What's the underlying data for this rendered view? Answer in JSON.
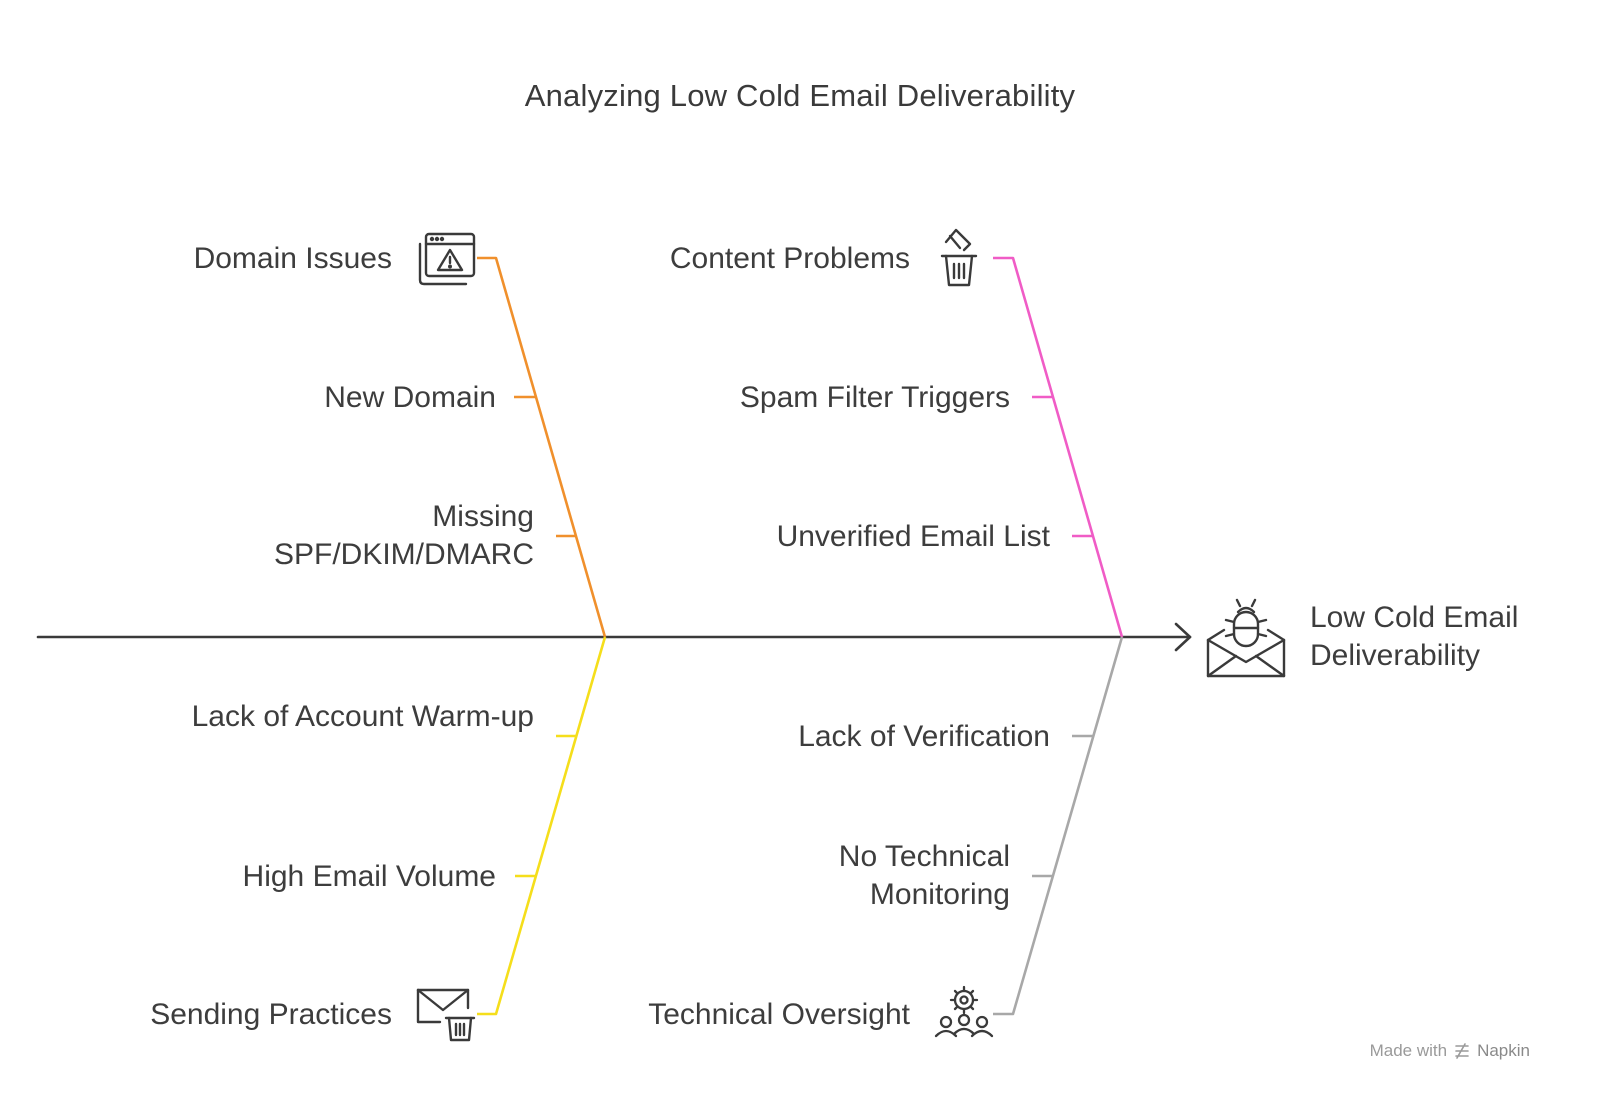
{
  "title": "Analyzing Low Cold Email Deliverability",
  "effect": {
    "label": "Low Cold Email Deliverability",
    "icon": "bug-envelope-icon"
  },
  "colors": {
    "spine": "#3a3a3a",
    "domain": "#f0902c",
    "content": "#f05cc6",
    "sending": "#f5de1b",
    "technical": "#a8a8a8"
  },
  "categories": {
    "domain": {
      "label": "Domain Issues",
      "icon": "browser-warning-icon",
      "causes": [
        "New Domain",
        "Missing SPF/DKIM/DMARC"
      ]
    },
    "content": {
      "label": "Content Problems",
      "icon": "trash-document-icon",
      "causes": [
        "Spam Filter Triggers",
        "Unverified Email List"
      ]
    },
    "sending": {
      "label": "Sending Practices",
      "icon": "envelope-trash-icon",
      "causes": [
        "Lack of Account Warm-up",
        "High Email Volume"
      ]
    },
    "technical": {
      "label": "Technical Oversight",
      "icon": "gear-people-icon",
      "causes": [
        "Lack of Verification",
        "No Technical Monitoring"
      ]
    }
  },
  "watermark": {
    "prefix": "Made with",
    "brand": "Napkin"
  }
}
